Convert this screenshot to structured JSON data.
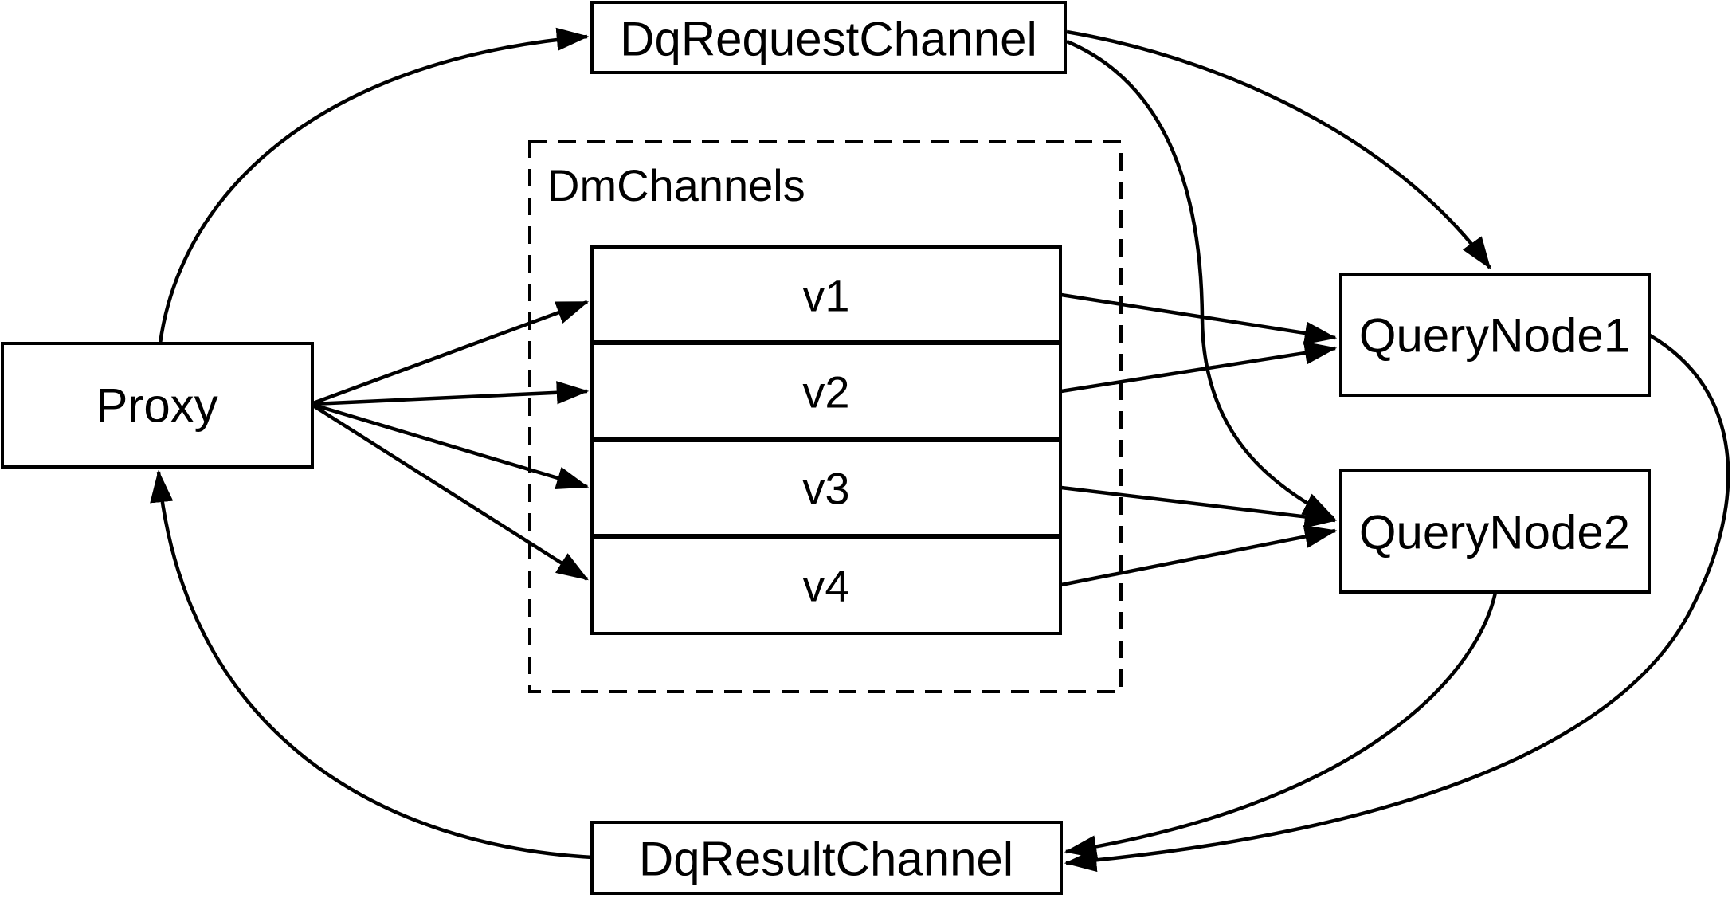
{
  "colors": {
    "background": "#ffffff",
    "line": "#000000",
    "box_fill": "#ffffff",
    "text": "#000000"
  },
  "nodes": {
    "proxy": {
      "label": "Proxy"
    },
    "dq_request_channel": {
      "label": "DqRequestChannel"
    },
    "dm_channels": {
      "label": "DmChannels",
      "channels": [
        {
          "label": "v1"
        },
        {
          "label": "v2"
        },
        {
          "label": "v3"
        },
        {
          "label": "v4"
        }
      ]
    },
    "query_node_1": {
      "label": "QueryNode1"
    },
    "query_node_2": {
      "label": "QueryNode2"
    },
    "dq_result_channel": {
      "label": "DqResultChannel"
    }
  },
  "edges": [
    {
      "from": "Proxy",
      "to": "DqRequestChannel"
    },
    {
      "from": "Proxy",
      "to": "v1"
    },
    {
      "from": "Proxy",
      "to": "v2"
    },
    {
      "from": "Proxy",
      "to": "v3"
    },
    {
      "from": "Proxy",
      "to": "v4"
    },
    {
      "from": "v1",
      "to": "QueryNode1"
    },
    {
      "from": "v2",
      "to": "QueryNode1"
    },
    {
      "from": "v3",
      "to": "QueryNode2"
    },
    {
      "from": "v4",
      "to": "QueryNode2"
    },
    {
      "from": "DqRequestChannel",
      "to": "QueryNode1"
    },
    {
      "from": "DqRequestChannel",
      "to": "QueryNode2"
    },
    {
      "from": "QueryNode1",
      "to": "DqResultChannel"
    },
    {
      "from": "QueryNode2",
      "to": "DqResultChannel"
    },
    {
      "from": "DqResultChannel",
      "to": "Proxy"
    }
  ]
}
